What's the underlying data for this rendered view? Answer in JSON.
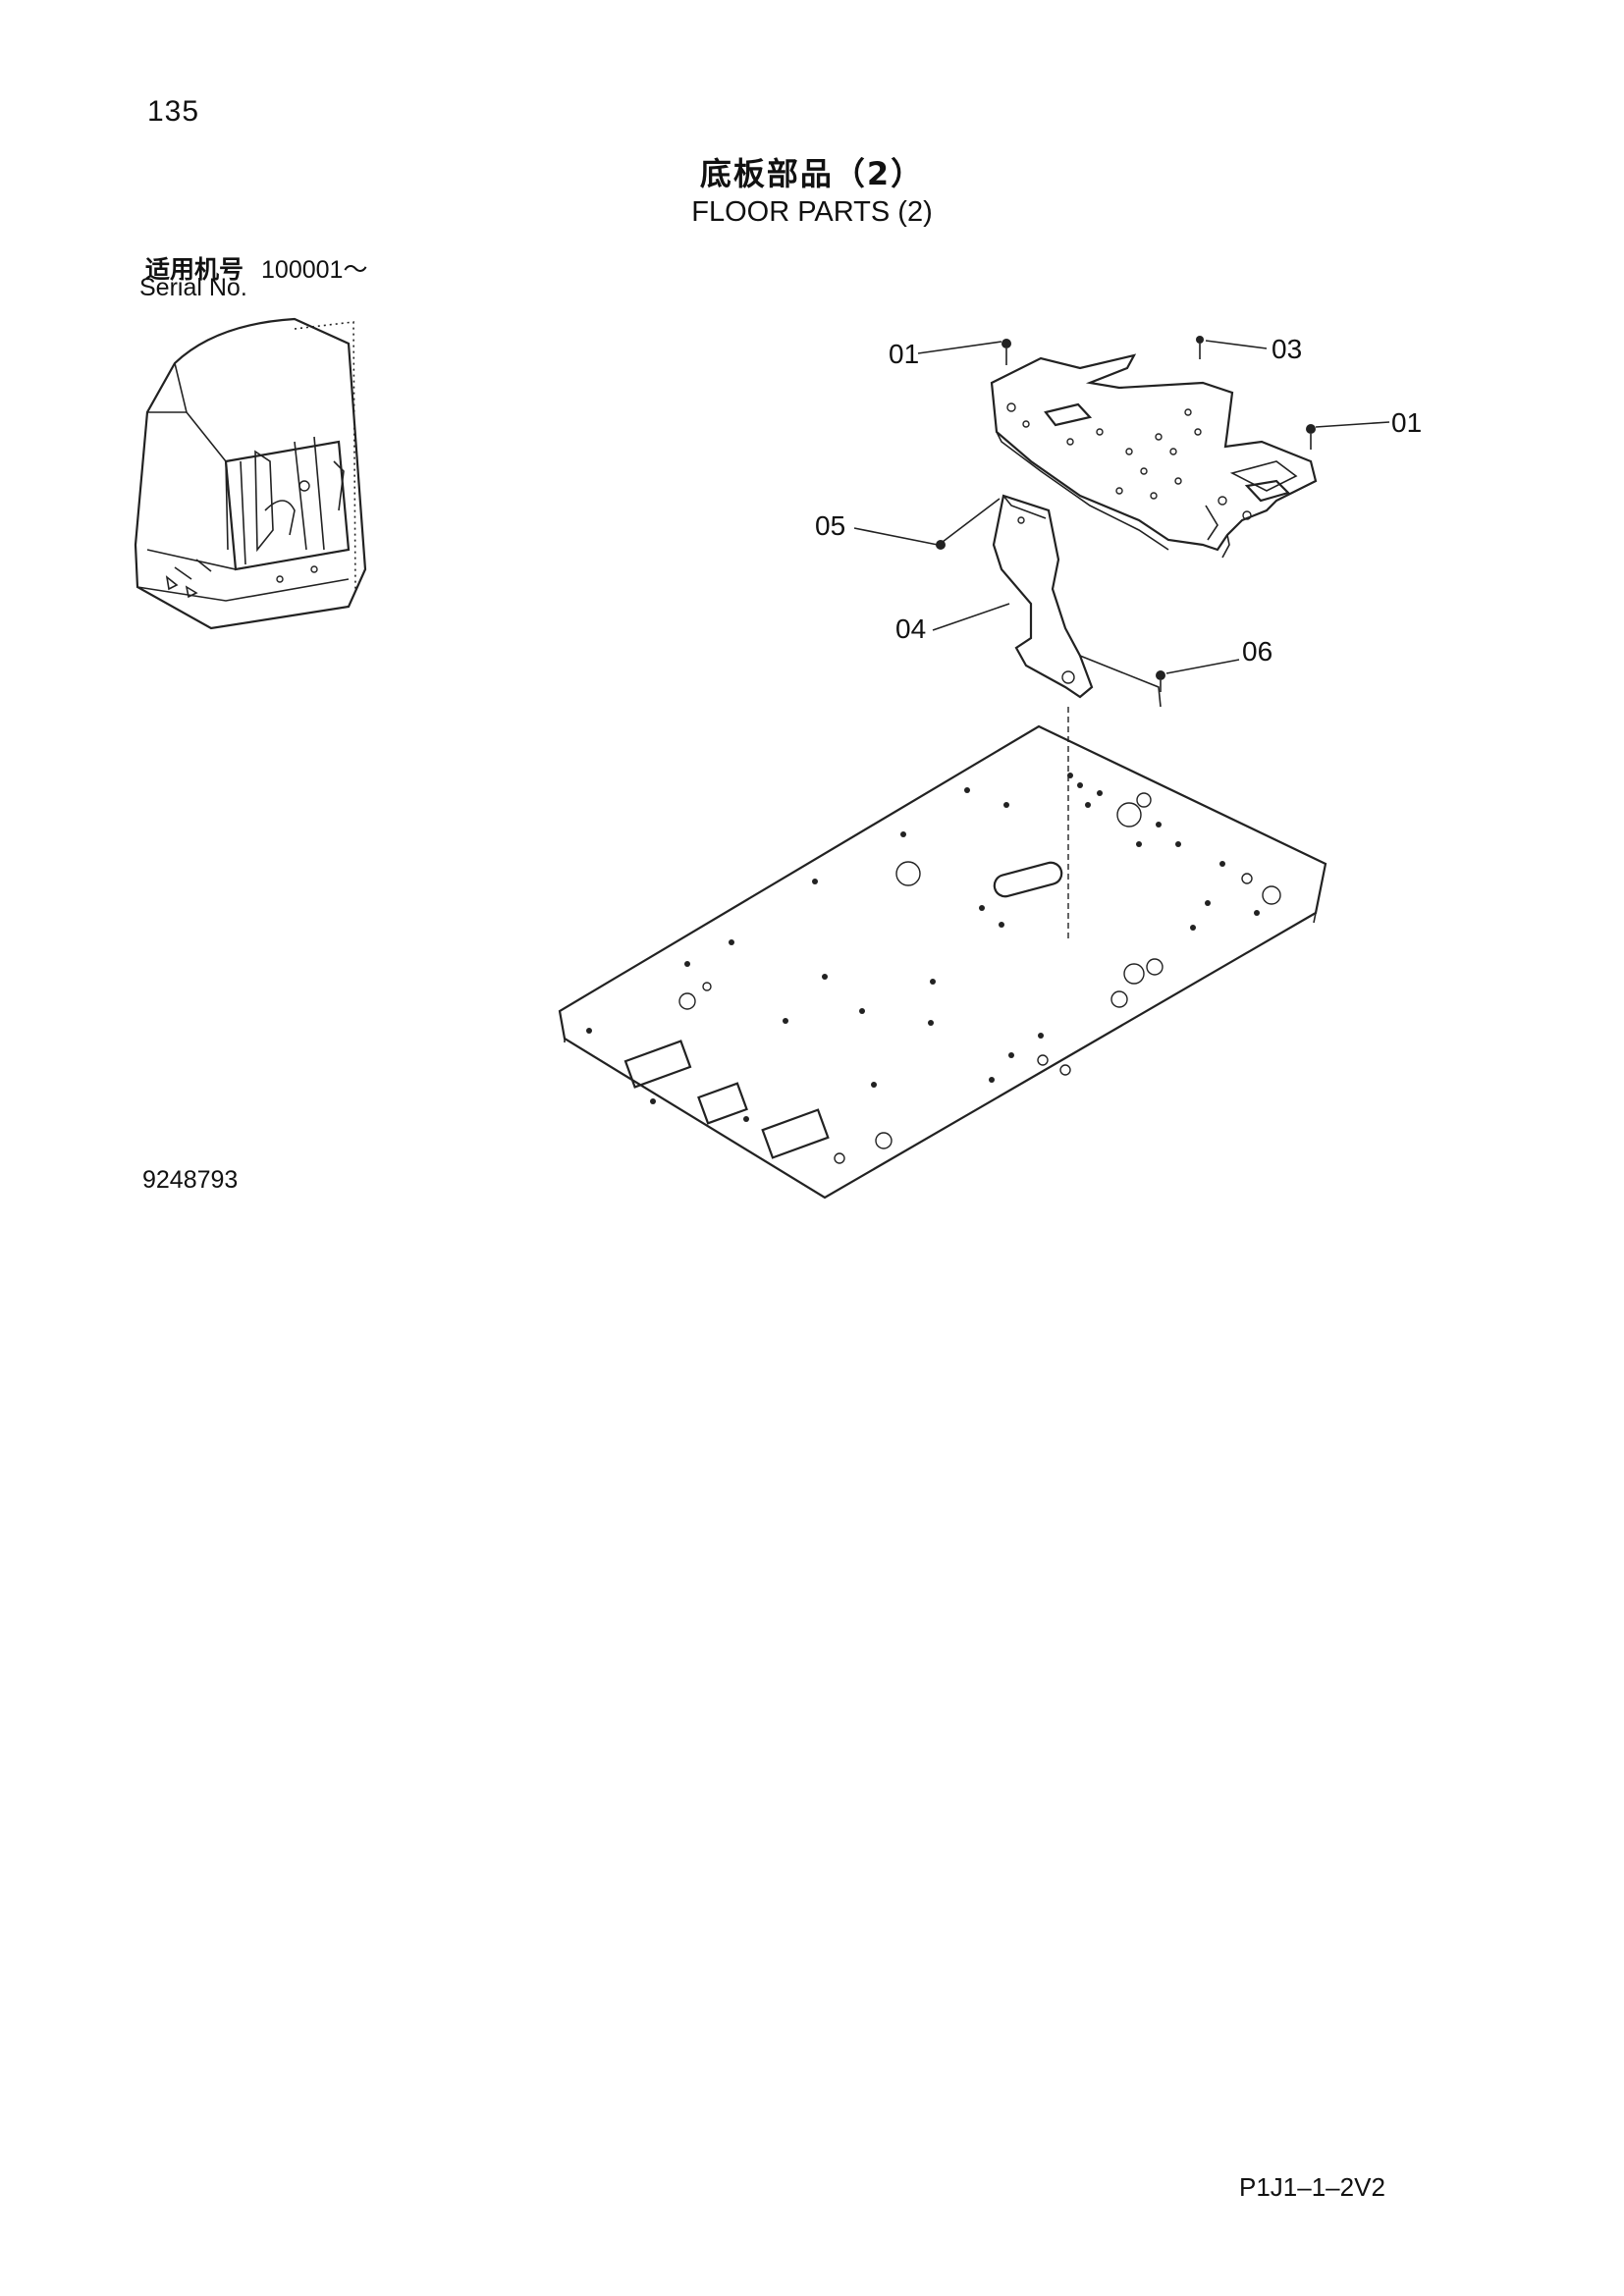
{
  "page": {
    "number": "135",
    "title_cn": "底板部品（2）",
    "title_en": "FLOOR PARTS (2)",
    "serial_label_cn": "适用机号",
    "serial_range": "100001～",
    "serial_label_en": "Serial No.",
    "drawing_number": "9248793",
    "page_code": "P1J1–1–2V2"
  },
  "callouts": [
    {
      "id": "01a",
      "label": "01"
    },
    {
      "id": "03",
      "label": "03"
    },
    {
      "id": "01b",
      "label": "01"
    },
    {
      "id": "05",
      "label": "05"
    },
    {
      "id": "04",
      "label": "04"
    },
    {
      "id": "06",
      "label": "06"
    }
  ]
}
